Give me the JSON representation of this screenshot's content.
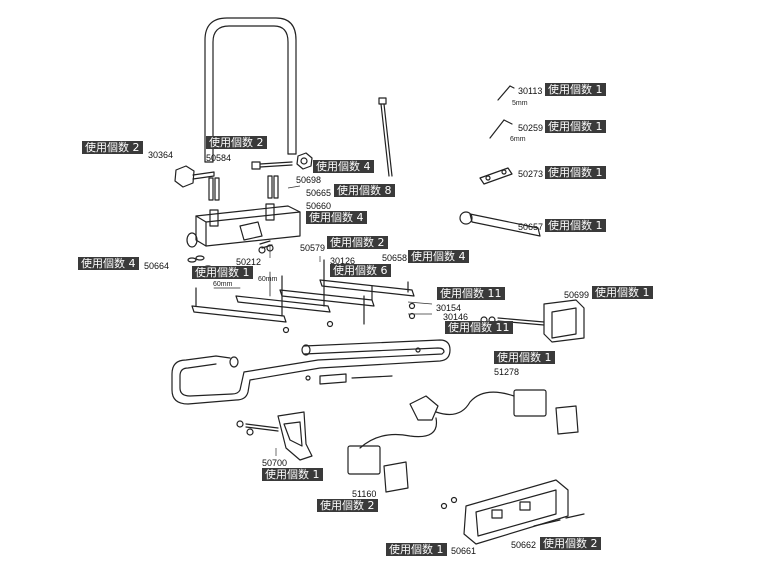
{
  "callouts": [
    {
      "id": "c1",
      "qty": "使用個数 2",
      "part": "30364"
    },
    {
      "id": "c2",
      "qty": "使用個数 2",
      "part": "50584"
    },
    {
      "id": "c3",
      "qty": "使用個数 4",
      "part": "50698"
    },
    {
      "id": "c4",
      "qty": "使用個数 8",
      "part": "50665"
    },
    {
      "id": "c5",
      "qty": "使用個数 4",
      "part": "50660"
    },
    {
      "id": "c6",
      "qty": "使用個数 2",
      "part": "50579"
    },
    {
      "id": "c7",
      "qty": "使用個数 6",
      "part": "30126"
    },
    {
      "id": "c8",
      "qty": "使用個数 4",
      "part": "50658"
    },
    {
      "id": "c9",
      "qty": "使用個数 4",
      "part": "50664"
    },
    {
      "id": "c10",
      "qty": "使用個数 1",
      "part": "50212"
    },
    {
      "id": "c11",
      "qty": "使用個数 11",
      "part": "30154"
    },
    {
      "id": "c12",
      "qty": "使用個数 11",
      "part": "30146"
    },
    {
      "id": "c13",
      "qty": "使用個数 1",
      "part": "50699"
    },
    {
      "id": "c14",
      "qty": "使用個数 1",
      "part": "51278"
    },
    {
      "id": "c15",
      "qty": "使用個数 1",
      "part": "50700"
    },
    {
      "id": "c16",
      "qty": "使用個数 2",
      "part": "51160"
    },
    {
      "id": "c17",
      "qty": "使用個数 1",
      "part": "50661"
    },
    {
      "id": "c18",
      "qty": "使用個数 2",
      "part": "50662"
    },
    {
      "id": "c19",
      "qty": "使用個数 1",
      "part": "30113"
    },
    {
      "id": "c20",
      "qty": "使用個数 1",
      "part": "50259"
    },
    {
      "id": "c21",
      "qty": "使用個数 1",
      "part": "50273"
    },
    {
      "id": "c22",
      "qty": "使用個数 1",
      "part": "50657"
    }
  ],
  "dimensions": {
    "key_5": "5mm",
    "key_6": "6mm",
    "height_60": "60mm",
    "width_60": "60mm"
  }
}
